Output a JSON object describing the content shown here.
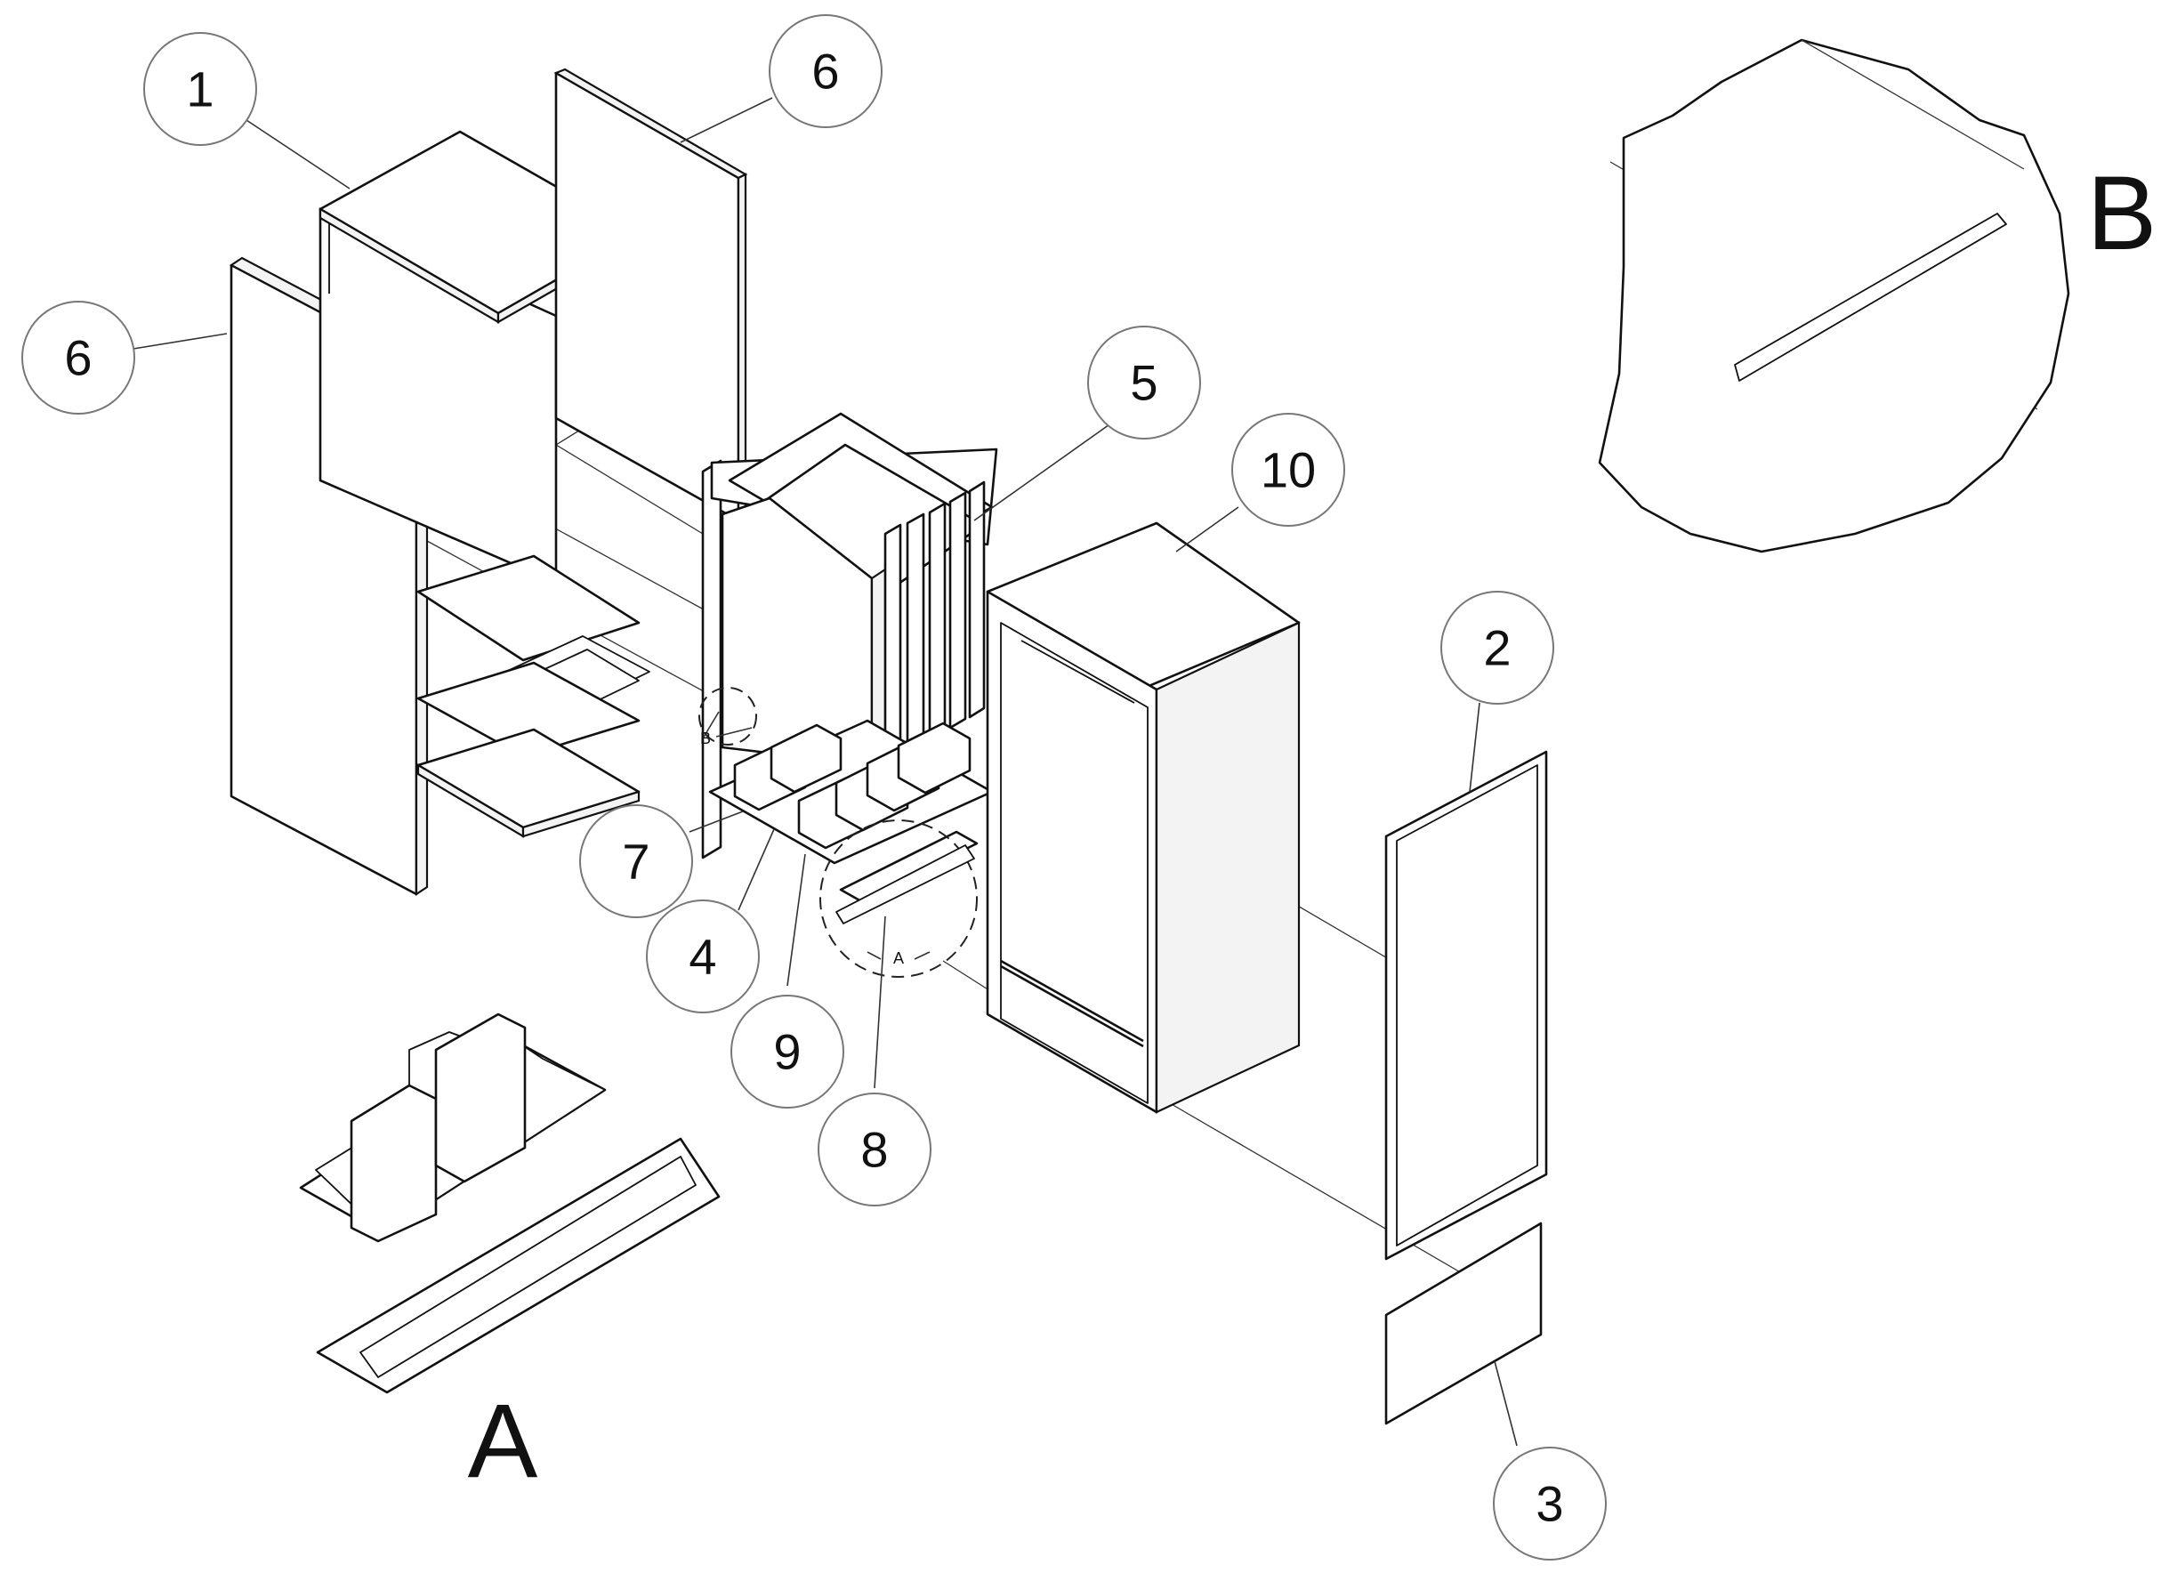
{
  "callouts": [
    {
      "id": "1",
      "label": "1"
    },
    {
      "id": "6a",
      "label": "6"
    },
    {
      "id": "6b",
      "label": "6"
    },
    {
      "id": "5",
      "label": "5"
    },
    {
      "id": "10",
      "label": "10"
    },
    {
      "id": "2",
      "label": "2"
    },
    {
      "id": "7",
      "label": "7"
    },
    {
      "id": "4",
      "label": "4"
    },
    {
      "id": "9",
      "label": "9"
    },
    {
      "id": "8",
      "label": "8"
    },
    {
      "id": "3",
      "label": "3"
    }
  ],
  "detail_markers": {
    "a": "A",
    "b": "B"
  },
  "detail_views": {
    "a": "A",
    "b": "B"
  },
  "colors": {
    "line": "#111111",
    "bubble_outline": "#777777",
    "background": "#ffffff"
  }
}
